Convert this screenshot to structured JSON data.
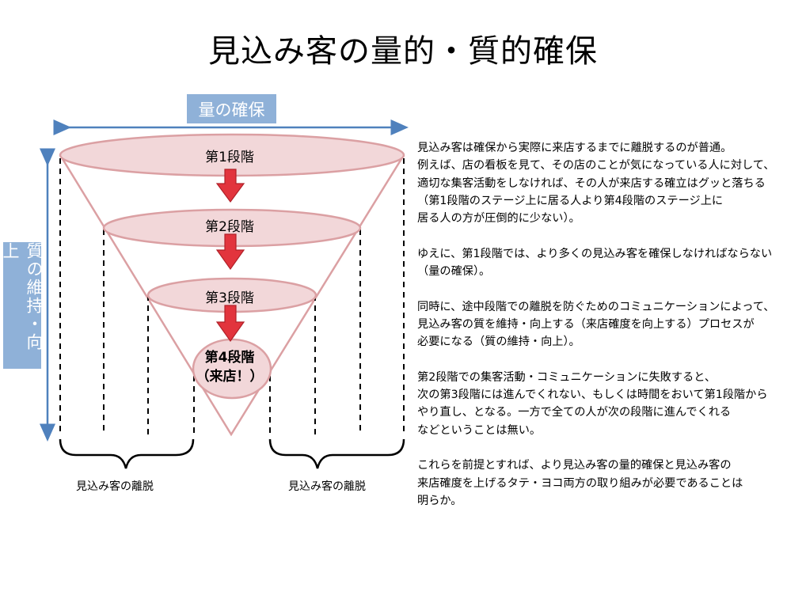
{
  "title": "見込み客の量的・質的確保",
  "quantity_label": "量の確保",
  "quality_label": "質の維持・向上",
  "stages": [
    {
      "label": "第1段階"
    },
    {
      "label": "第2段階"
    },
    {
      "label": "第3段階"
    },
    {
      "label": "第4段階",
      "sub": "（来店！）"
    }
  ],
  "churn_left": "見込み客の離脱",
  "churn_right": "見込み客の離脱",
  "paragraphs": [
    "見込み客は確保から実際に来店するまでに離脱するのが普通。\n例えば、店の看板を見て、その店のことが気になっている人に対して、\n適切な集客活動をしなければ、その人が来店する確立はグッと落ちる\n（第1段階のステージ上に居る人より第4段階のステージ上に\n居る人の方が圧倒的に少ない）。",
    "ゆえに、第1段階では、より多くの見込み客を確保しなければならない\n（量の確保）。",
    "同時に、途中段階での離脱を防ぐためのコミュニケーションによって、\n見込み客の質を維持・向上する（来店確度を向上する）プロセスが\n必要になる（質の維持・向上）。",
    "第2段階での集客活動・コミュニケーションに失敗すると、\n次の第3段階には進んでくれない、もしくは時間をおいて第1段階から\nやり直し、となる。一方で全ての人が次の段階に進んでくれる\nなどということは無い。",
    "これらを前提とすれば、より見込み客の量的確保と見込み客の\n来店確度を上げるタテ・ヨコ両方の取り組みが必要であることは\n明らか。"
  ],
  "colors": {
    "funnel_fill": "#f2d7d9",
    "funnel_stroke": "#dba0a3",
    "arrow_red": "#e2343d",
    "arrow_blue": "#4f81bd",
    "label_bg": "#8fb1d8"
  }
}
